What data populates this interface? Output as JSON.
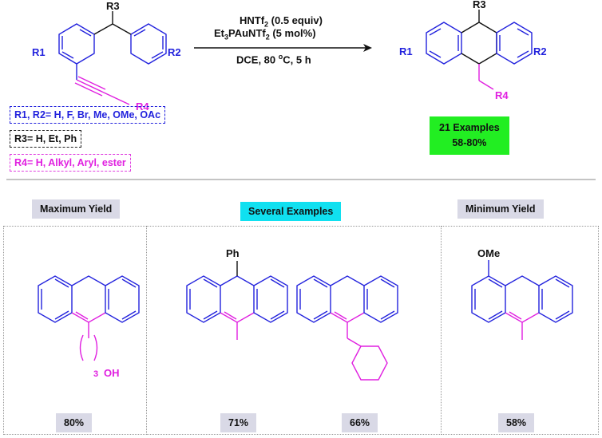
{
  "reaction": {
    "reagent_line1": "HNTf",
    "reagent_line1_sub": "2",
    "reagent_line1_rest": " (0.5 equiv)",
    "reagent_line2_a": "Et",
    "reagent_line2_sub1": "3",
    "reagent_line2_b": "PAuNTf",
    "reagent_line2_sub2": "2",
    "reagent_line2_c": " (5 mol%)",
    "conditions_a": "DCE, 80 ",
    "conditions_sup": "o",
    "conditions_b": "C, 5 h"
  },
  "substituents": {
    "r1_r2": "R1, R2= H, F, Br, Me, OMe, OAc",
    "r3": "R3= H, Et, Ph",
    "r4": "R4= H, Alkyl, Aryl, ester"
  },
  "atom_labels": {
    "R1": "R1",
    "R2": "R2",
    "R3": "R3",
    "R4": "R4",
    "Ph": "Ph",
    "OMe": "OMe",
    "OH": "OH",
    "three": "3"
  },
  "scope_summary": {
    "line1": "21 Examples",
    "line2": "58-80%"
  },
  "sections": {
    "max": "Maximum Yield",
    "several": "Several Examples",
    "min": "Minimum Yield"
  },
  "yields": {
    "y1": "80%",
    "y2": "71%",
    "y3": "66%",
    "y4": "58%"
  },
  "colors": {
    "blue": "#2222dd",
    "magenta": "#e020e0",
    "green": "#22ee22",
    "cyan": "#10e0f0",
    "gray": "#d9d9e6"
  }
}
